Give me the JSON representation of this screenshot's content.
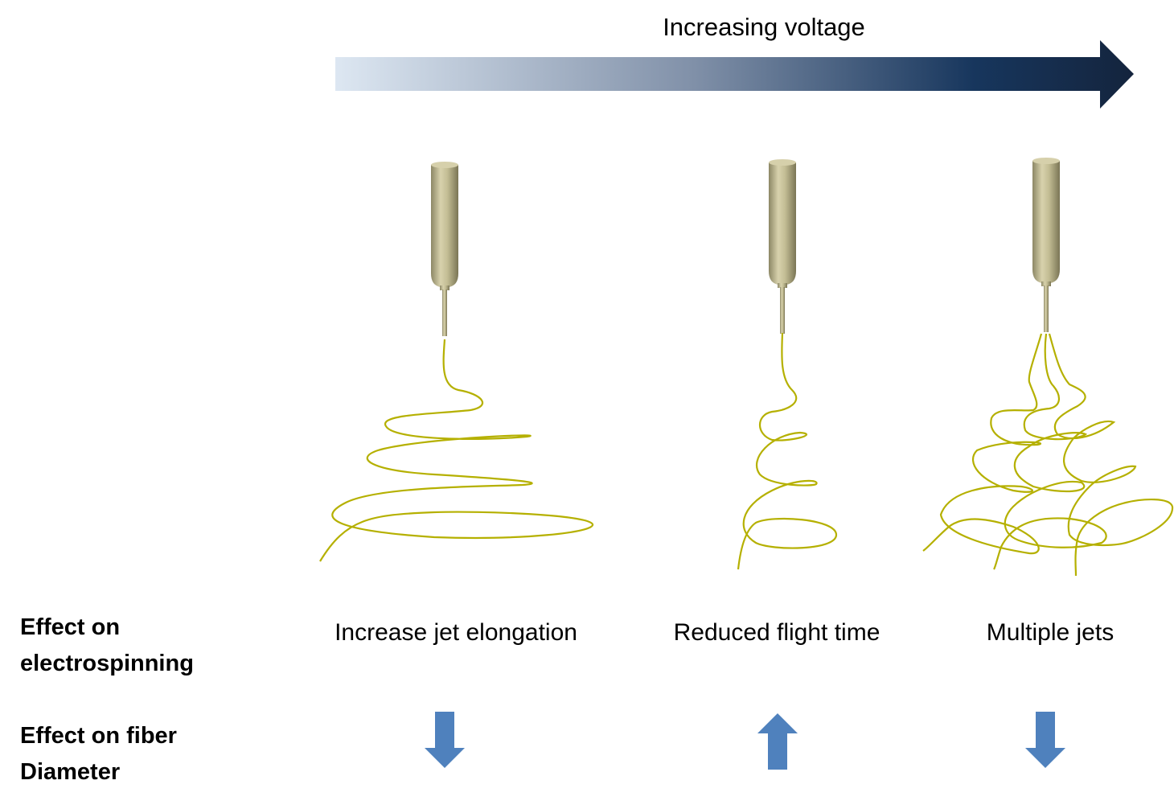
{
  "header": {
    "title": "Increasing voltage"
  },
  "rows": {
    "row1_line1": "Effect on",
    "row1_line2": "electrospinning",
    "row2_line1": "Effect on fiber",
    "row2_line2": "Diameter"
  },
  "columns": [
    {
      "effect": "Increase jet elongation",
      "diameter_direction": "down"
    },
    {
      "effect": "Reduced flight time",
      "diameter_direction": "up"
    },
    {
      "effect": "Multiple jets",
      "diameter_direction": "down"
    }
  ],
  "colors": {
    "gradient_start": "#dde7f2",
    "gradient_mid": "#17365d",
    "gradient_end": "#14243d",
    "fiber": "#b5b000",
    "diameter_arrow": "#4f81bd",
    "needle": "#c9c39a"
  }
}
